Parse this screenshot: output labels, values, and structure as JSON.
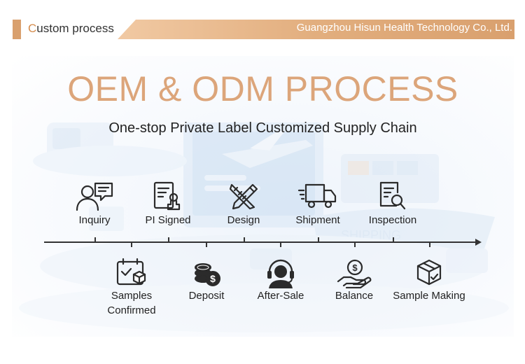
{
  "header": {
    "section_first_letter": "C",
    "section_rest": "ustom process",
    "company": "Guangzhou Hisun Health Technology Co., Ltd."
  },
  "banner": {
    "title": "OEM & ODM PROCESS",
    "subtitle": "One-stop Private Label Customized Supply Chain"
  },
  "steps_top": [
    {
      "label": "Inquiry",
      "icon": "inquiry-icon"
    },
    {
      "label": "PI Signed",
      "icon": "contract-icon"
    },
    {
      "label": "Design",
      "icon": "design-icon"
    },
    {
      "label": "Shipment",
      "icon": "truck-icon"
    },
    {
      "label": "Inspection",
      "icon": "inspection-icon"
    }
  ],
  "steps_bottom": [
    {
      "label": "Samples\nConfirmed",
      "icon": "samples-confirmed-icon"
    },
    {
      "label": "Deposit",
      "icon": "coins-icon"
    },
    {
      "label": "After-Sale",
      "icon": "headset-icon"
    },
    {
      "label": "Balance",
      "icon": "balance-hand-icon"
    },
    {
      "label": "Sample Making",
      "icon": "package-icon"
    }
  ],
  "colors": {
    "accent": "#d9a06e",
    "title": "#dca57a",
    "text": "#222222"
  }
}
